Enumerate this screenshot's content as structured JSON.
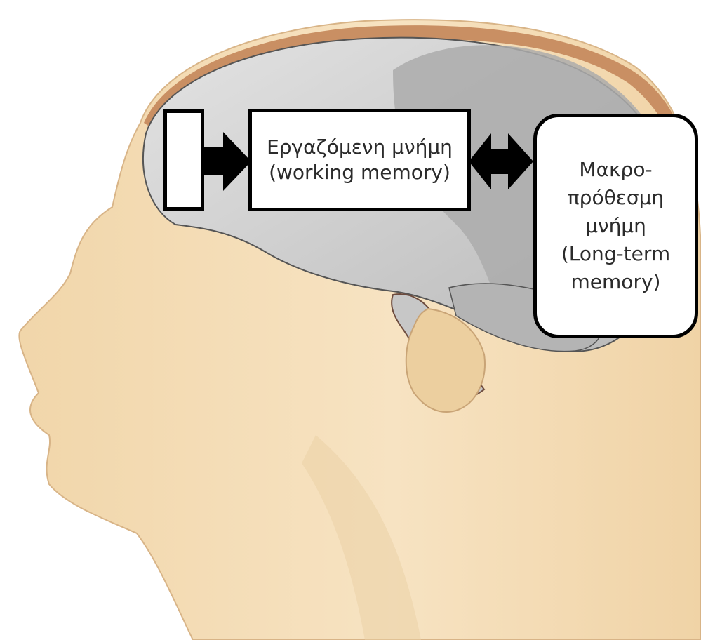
{
  "diagram": {
    "sensory_box": {
      "label": ""
    },
    "working_memory": {
      "lines": [
        "Εργαζόμενη μνήμη",
        "(working memory)"
      ]
    },
    "long_term_memory": {
      "lines": [
        "Μακρο-",
        "πρόθεσμη",
        "μνήμη",
        "(Long-term",
        "memory)"
      ]
    },
    "arrows": [
      {
        "from": "sensory_box",
        "to": "working_memory",
        "direction": "one-way"
      },
      {
        "from": "working_memory",
        "to": "long_term_memory",
        "direction": "two-way"
      }
    ]
  },
  "colors": {
    "skin": "#f3ddb4",
    "skin_shadow": "#d9b98e",
    "scalp_rim": "#c98f63",
    "brain_light": "#d8d8d8",
    "brain_dark": "#a9a9a9",
    "box_border": "#000000",
    "arrow": "#000000"
  }
}
